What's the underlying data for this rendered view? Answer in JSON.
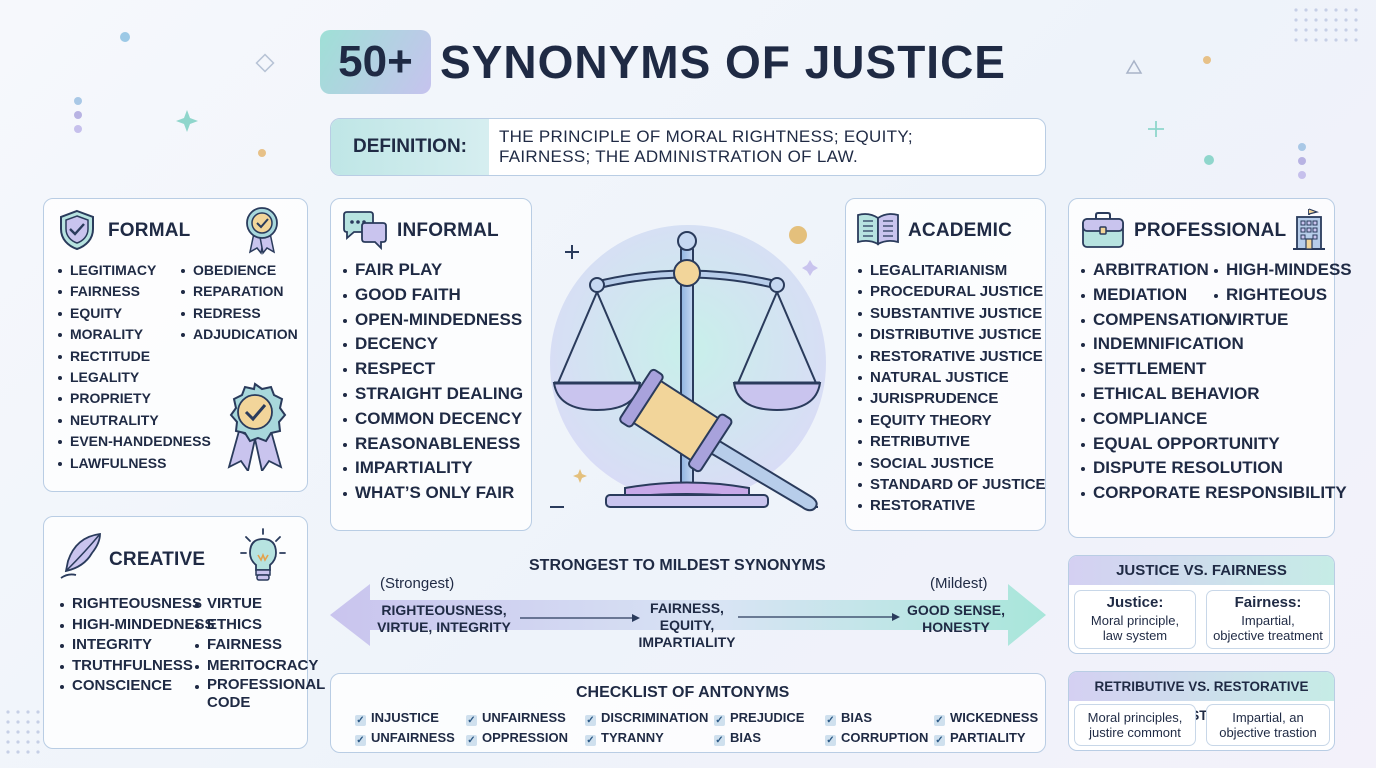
{
  "header": {
    "badge": "50+",
    "title": "SYNONYMS OF JUSTICE"
  },
  "definition": {
    "label": "DEFINITION:",
    "line1": "THE PRINCIPLE OF MORAL RIGHTNESS; EQUITY;",
    "line2": "FAIRNESS; THE ADMINISTRATION OF LAW."
  },
  "formal": {
    "title": "FORMAL",
    "col1": [
      "LEGITIMACY",
      "FAIRNESS",
      "EQUITY",
      "MORALITY",
      "RECTITUDE",
      "LEGALITY",
      "PROPRIETY",
      "NEUTRALITY",
      "EVEN-HANDEDNESS",
      "LAWFULNESS"
    ],
    "col2": [
      "OBEDIENCE",
      "REPARATION",
      "REDRESS",
      "ADJUDICATION"
    ]
  },
  "informal": {
    "title": "INFORMAL",
    "items": [
      "FAIR PLAY",
      "GOOD FAITH",
      "OPEN-MINDEDNESS",
      "DECENCY",
      "RESPECT",
      "STRAIGHT DEALING",
      "COMMON DECENCY",
      "REASONABLENESS",
      "IMPARTIALITY",
      "WHAT’S ONLY FAIR"
    ]
  },
  "academic": {
    "title": "ACADEMIC",
    "items": [
      "LEGALITARIANISM",
      "PROCEDURAL JUSTICE",
      "SUBSTANTIVE JUSTICE",
      "DISTRIBUTIVE JUSTICE",
      "RESTORATIVE JUSTICE",
      "NATURAL JUSTICE",
      "JURISPRUDENCE",
      "EQUITY THEORY",
      "RETRIBUTIVE",
      "SOCIAL JUSTICE",
      "STANDARD OF JUSTICE",
      "RESTORATIVE"
    ]
  },
  "professional": {
    "title": "PROFESSIONAL",
    "col1": [
      "ARBITRATION",
      "MEDIATION",
      "COMPENSATION",
      "INDEMNIFICATION",
      "SETTLEMENT",
      "ETHICAL BEHAVIOR",
      "COMPLIANCE",
      "EQUAL OPPORTUNITY",
      "DISPUTE RESOLUTION",
      "CORPORATE RESPONSIBILITY"
    ],
    "col2": [
      "HIGH-MINDESS",
      "RIGHTEOUS",
      "VIRTUE"
    ]
  },
  "creative": {
    "title": "CREATIVE",
    "col1": [
      "RIGHTEOUSNESS",
      "HIGH-MINDEDNESS",
      "INTEGRITY",
      "TRUTHFULNESS",
      "CONSCIENCE"
    ],
    "col2": [
      "VIRTUE",
      "ETHICS",
      "FAIRNESS",
      "MERITOCRACY",
      "PROFESSIONAL CODE"
    ]
  },
  "strength": {
    "title": "STRONGEST TO MILDEST SYNONYMS",
    "strongest_label": "(Strongest)",
    "mildest_label": "(Mildest)",
    "strong_line1": "RIGHTEOUSNESS,",
    "strong_line2": "VIRTUE, INTEGRITY",
    "mid_line1": "FAIRNESS,",
    "mid_line2": "EQUITY,",
    "mid_line3": "IMPARTIALITY",
    "mild_line1": "GOOD SENSE,",
    "mild_line2": "HONESTY"
  },
  "antonyms": {
    "title": "CHECKLIST OF ANTONYMS",
    "row1": [
      "INJUSTICE",
      "UNFAIRNESS",
      "DISCRIMINATION",
      "PREJUDICE",
      "BIAS",
      "WICKEDNESS"
    ],
    "row2": [
      "UNFAIRNESS",
      "OPPRESSION",
      "TYRANNY",
      "BIAS",
      "CORRUPTION",
      "PARTIALITY"
    ]
  },
  "justice_vs_fairness": {
    "title": "JUSTICE VS. FAIRNESS",
    "left_head": "Justice:",
    "left_line1": "Moral principle,",
    "left_line2": "law system",
    "right_head": "Fairness:",
    "right_line1": "Impartial,",
    "right_line2": "objective treatment"
  },
  "retributive_vs_restorative": {
    "title": "RETRIBUTIVE VS. RESTORATIVE JUSTICE",
    "left_line1": "Moral principles,",
    "left_line2": "justire commont",
    "right_line1": "Impartial, an",
    "right_line2": "objective trastion"
  },
  "colors": {
    "text": "#1f2a44",
    "border": "#b9cde4",
    "teal": "#9fe0d6",
    "lavender": "#c6c3ee"
  }
}
